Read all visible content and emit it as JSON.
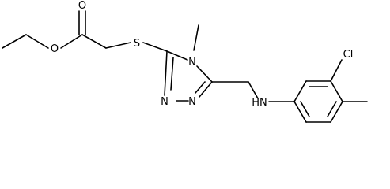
{
  "atoms": {
    "O_carbonyl": "O",
    "O_ester": "O",
    "S": "S",
    "N_ring_methyl": "N",
    "N_ring_a": "N",
    "N_ring_b": "N",
    "NH": "HN",
    "Cl": "Cl"
  },
  "colors": {
    "bond": "#000000",
    "text": "#000000",
    "background": "#ffffff"
  }
}
